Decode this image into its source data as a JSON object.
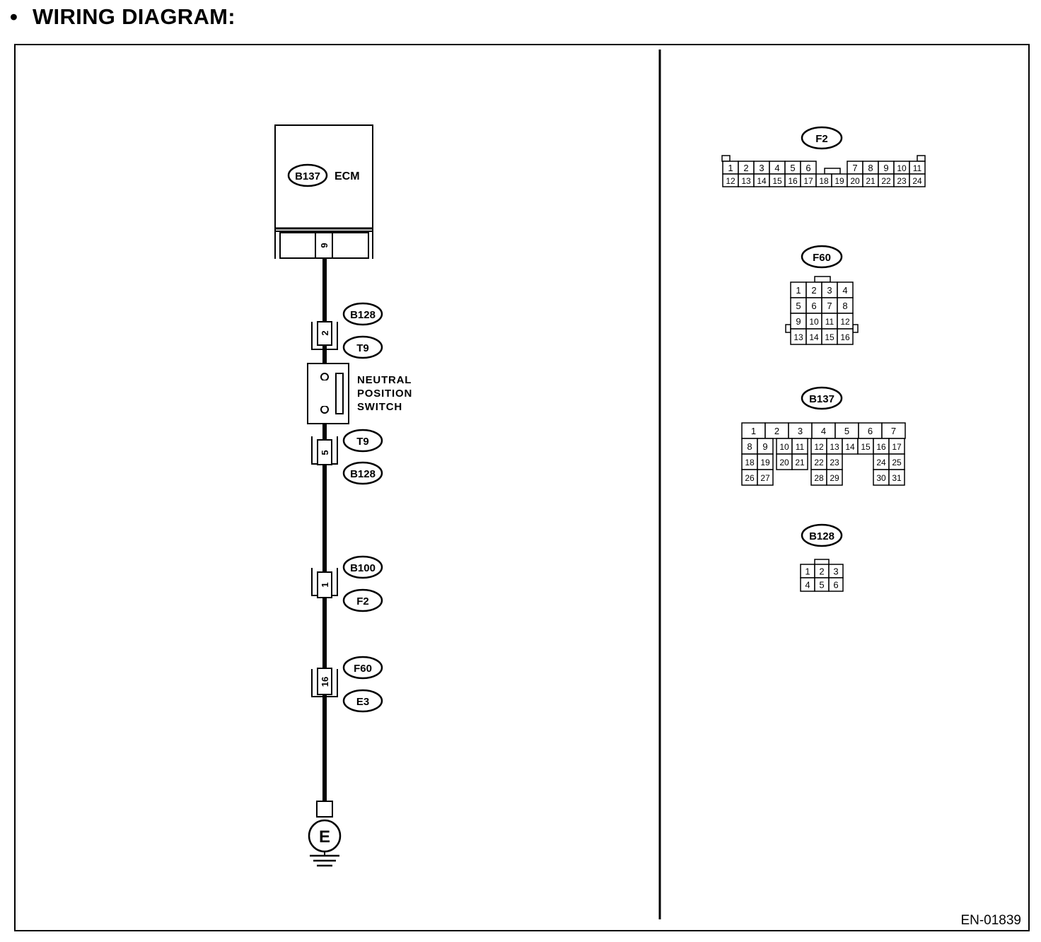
{
  "heading": {
    "bullet": "•",
    "text": "WIRING DIAGRAM:"
  },
  "ecm": {
    "connector": "B137",
    "label": "ECM",
    "pin": "9"
  },
  "neutral_switch": {
    "lines": [
      "NEUTRAL",
      "POSITION",
      "SWITCH"
    ]
  },
  "junctions": [
    {
      "pin": "2",
      "upper": "B128",
      "lower": "T9"
    },
    {
      "pin": "5",
      "upper": "T9",
      "lower": "B128"
    },
    {
      "pin": "1",
      "upper": "B100",
      "lower": "F2"
    },
    {
      "pin": "16",
      "upper": "F60",
      "lower": "E3"
    }
  ],
  "ground": {
    "label": "E"
  },
  "connector_views": [
    {
      "name": "F2",
      "rows": [
        [
          "1",
          "2",
          "3",
          "4",
          "5",
          "6",
          "",
          "",
          "7",
          "8",
          "9",
          "10",
          "11"
        ],
        [
          "12",
          "13",
          "14",
          "15",
          "16",
          "17",
          "18",
          "19",
          "20",
          "21",
          "22",
          "23",
          "24"
        ]
      ]
    },
    {
      "name": "F60",
      "rows": [
        [
          "1",
          "2",
          "3",
          "4"
        ],
        [
          "5",
          "6",
          "7",
          "8"
        ],
        [
          "9",
          "10",
          "11",
          "12"
        ],
        [
          "13",
          "14",
          "15",
          "16"
        ]
      ]
    },
    {
      "name": "B137",
      "rows": [
        [
          "1",
          "2",
          "3",
          "4",
          "5",
          "6",
          "7"
        ],
        [
          "8",
          "9",
          "10",
          "11",
          "12",
          "13",
          "14",
          "15",
          "16",
          "17"
        ],
        [
          "18",
          "19",
          "20",
          "21",
          "22",
          "23",
          "24",
          "25"
        ],
        [
          "26",
          "27",
          "28",
          "29",
          "30",
          "31"
        ]
      ]
    },
    {
      "name": "B128",
      "rows": [
        [
          "1",
          "2",
          "3"
        ],
        [
          "4",
          "5",
          "6"
        ]
      ]
    }
  ],
  "figure_id": "EN-01839"
}
